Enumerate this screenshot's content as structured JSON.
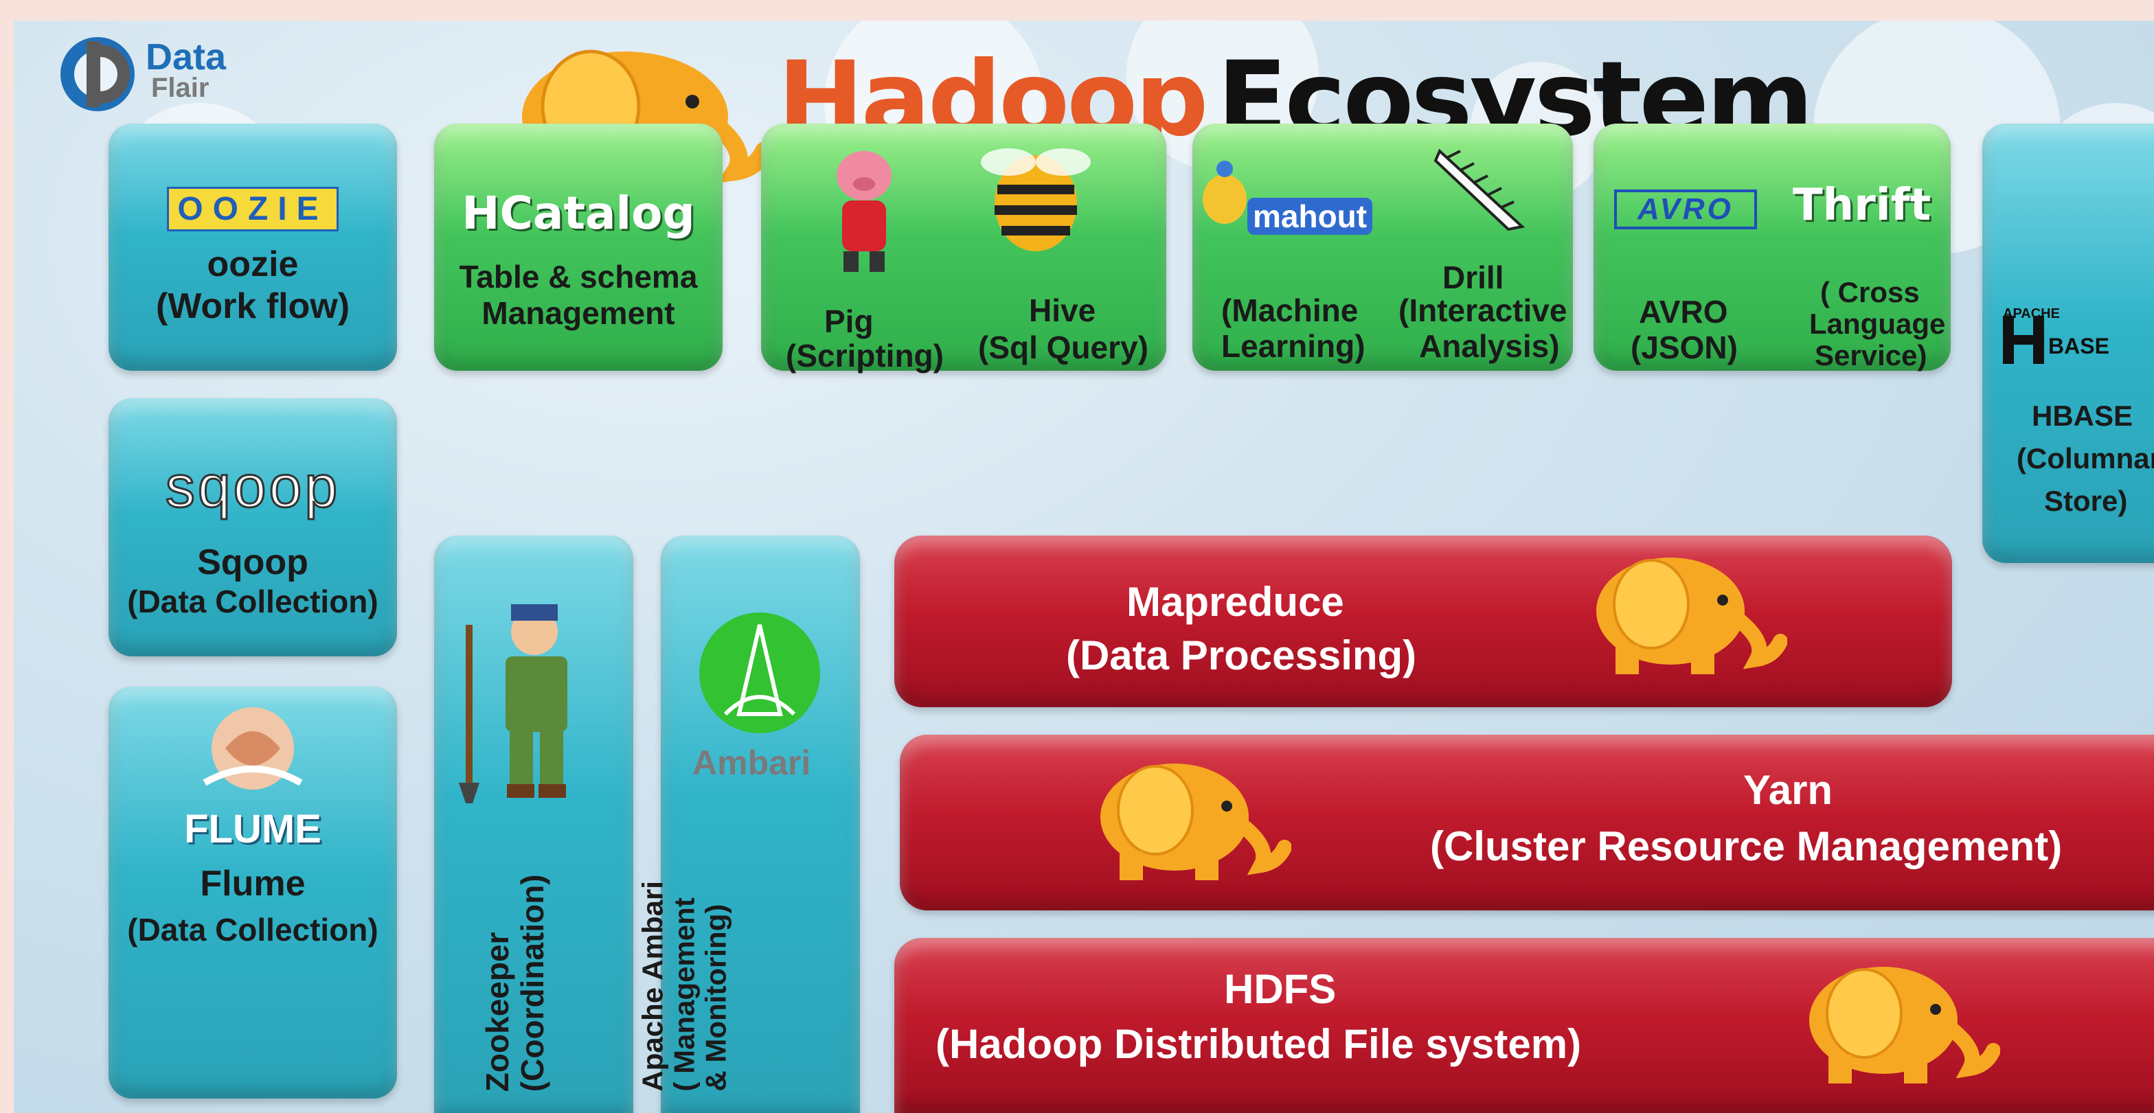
{
  "logo": {
    "line1": "Data",
    "line2": "Flair"
  },
  "header": {
    "word1": "Hadoop",
    "word2": "Ecosystem"
  },
  "colors": {
    "teal": "#31b4c9",
    "green": "#43c45b",
    "red": "#c01b2d",
    "orange": "#e65a28",
    "elephant": "#f7a823"
  },
  "oozie": {
    "logo": "OOZIE",
    "name": "oozie",
    "desc": "(Work flow)"
  },
  "hcatalog": {
    "logo": "HCatalog",
    "desc_line1": "Table & schema",
    "desc_line2": "Management"
  },
  "pig": {
    "name": "Pig",
    "desc": "(Scripting)"
  },
  "hive": {
    "name": "Hive",
    "desc": "(Sql Query)"
  },
  "mahout": {
    "logo": "mahout",
    "desc_line1": "(Machine",
    "desc_line2": "Learning)"
  },
  "drill": {
    "name": "Drill",
    "desc_line1": "(Interactive",
    "desc_line2": "Analysis)"
  },
  "avro": {
    "logo": "AVRO",
    "name": "AVRO",
    "desc": "(JSON)"
  },
  "thrift": {
    "logo": "Thrift",
    "desc_line1": "( Cross",
    "desc_line2": "Language",
    "desc_line3": "Service)"
  },
  "hbase": {
    "logo_small": "APACHE",
    "logo": "BASE",
    "name": "HBASE",
    "desc_line1": "(Columnar",
    "desc_line2": "Store)"
  },
  "sqoop": {
    "logo": "sqoop",
    "name": "Sqoop",
    "desc": "(Data Collection)"
  },
  "flume": {
    "logo": "FLUME",
    "name": "Flume",
    "desc": "(Data Collection)"
  },
  "zookeeper": {
    "name": "Zookeeper",
    "desc": "(Coordination)"
  },
  "ambari": {
    "logo": "Ambari",
    "name": "Apache Ambari",
    "desc_line1": "( Management",
    "desc_line2": "& Monitoring)"
  },
  "mapreduce": {
    "name": "Mapreduce",
    "desc": "(Data Processing)"
  },
  "yarn": {
    "name": "Yarn",
    "desc": "(Cluster Resource Management)"
  },
  "hdfs": {
    "name": "HDFS",
    "desc": "(Hadoop Distributed File system)"
  }
}
